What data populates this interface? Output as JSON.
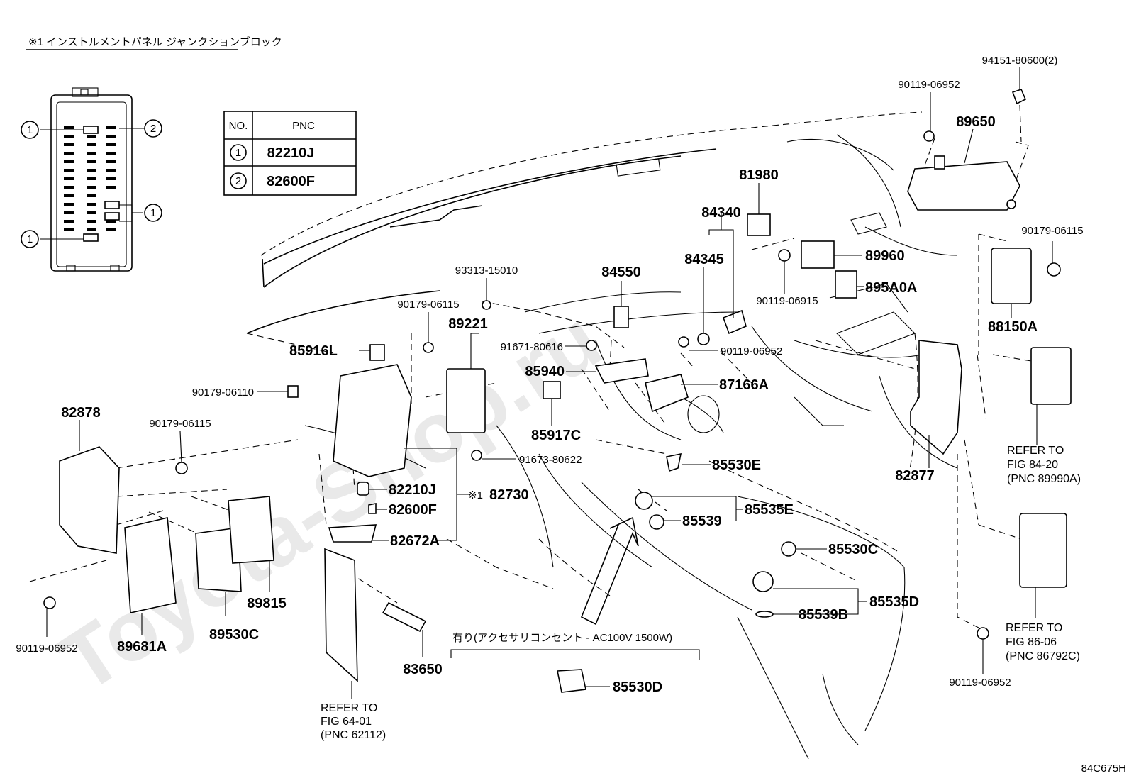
{
  "diagram": {
    "header_note": "※1 インストルメントパネル ジャンクションブロック",
    "watermark": "Toyota-Shop.ru",
    "figure_code": "84C675H",
    "accessory_note": "有り(アクセサリコンセント - AC100V 1500W)",
    "legend": {
      "col_no": "NO.",
      "col_pnc": "PNC",
      "rows": [
        {
          "no": "1",
          "pnc": "82210J"
        },
        {
          "no": "2",
          "pnc": "82600F"
        }
      ]
    },
    "block_callouts": [
      "1",
      "2",
      "1",
      "1"
    ],
    "parts": {
      "p94151": "94151-80600(2)",
      "p90119a": "90119-06952",
      "p89650": "89650",
      "p81980": "81980",
      "p84340": "84340",
      "p84345": "84345",
      "p89960": "89960",
      "p895A0A": "895A0A",
      "p90119b": "90119-06915",
      "p90179a": "90179-06115",
      "p88150A": "88150A",
      "p93313": "93313-15010",
      "p84550": "84550",
      "p90179b": "90179-06115",
      "p89221": "89221",
      "p85916L": "85916L",
      "p91671": "91671-80616",
      "p90119c": "90119-06952",
      "p85940": "85940",
      "p87166A": "87166A",
      "p90179c": "90179-06110",
      "p82878": "82878",
      "p90179d": "90179-06115",
      "p85917C": "85917C",
      "p91673": "91673-80622",
      "p85530E": "85530E",
      "p82877": "82877",
      "p82210J": "82210J",
      "p82730mark": "※1",
      "p82730": "82730",
      "p82600F": "82600F",
      "p85535E": "85535E",
      "p85539": "85539",
      "p82672A": "82672A",
      "p85530C": "85530C",
      "p89815": "89815",
      "p85535D": "85535D",
      "p85539B": "85539B",
      "p90119d": "90119-06952",
      "p89681A": "89681A",
      "p89530C": "89530C",
      "p83650": "83650",
      "p85530D": "85530D",
      "p90119e": "90119-06952"
    },
    "refs": {
      "r1": {
        "l1": "REFER TO",
        "l2": "FIG 84-20",
        "l3": "(PNC 89990A)"
      },
      "r2": {
        "l1": "REFER TO",
        "l2": "FIG 86-06",
        "l3": "(PNC 86792C)"
      },
      "r3": {
        "l1": "REFER TO",
        "l2": "FIG 64-01",
        "l3": "(PNC 62112)"
      }
    }
  }
}
